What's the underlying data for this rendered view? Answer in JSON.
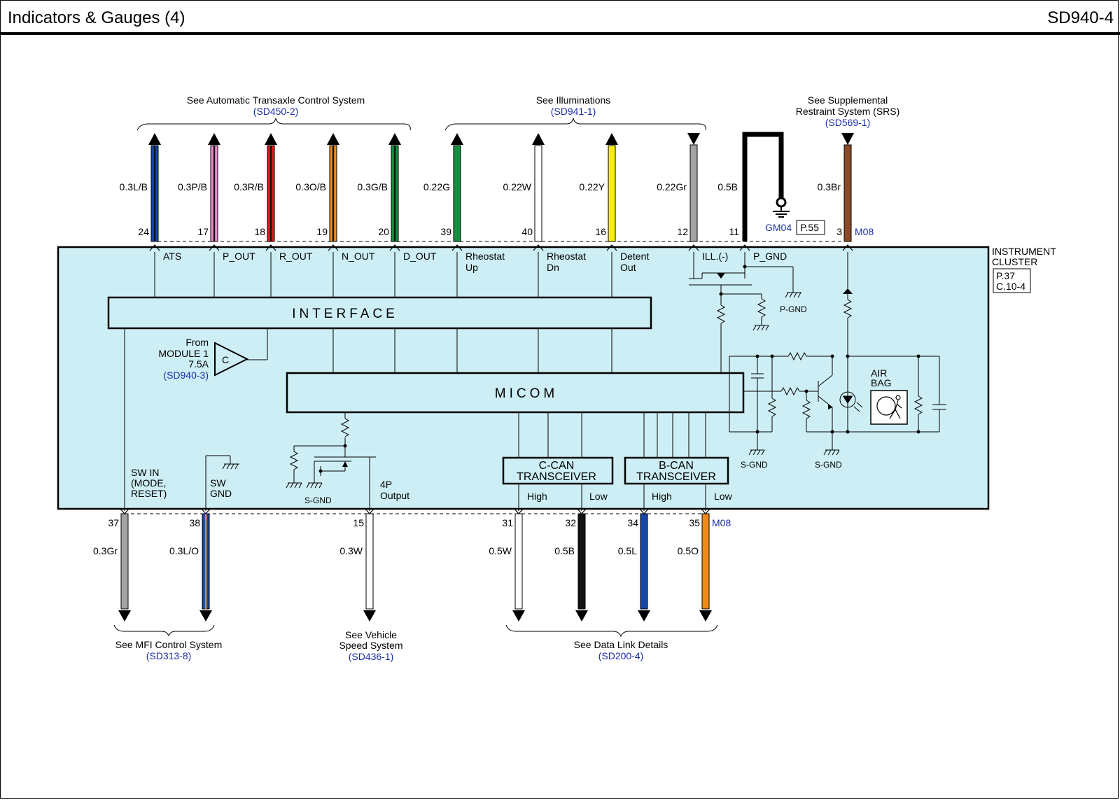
{
  "header": {
    "title": "Indicators & Gauges (4)",
    "code": "SD940-4"
  },
  "top_refs": {
    "ats": {
      "text": "See Automatic Transaxle Control System",
      "ref": "(SD450-2)"
    },
    "illum": {
      "text": "See Illuminations",
      "ref": "(SD941-1)"
    },
    "srs": {
      "line1": "See Supplemental",
      "line2": "Restraint System (SRS)",
      "ref": "(SD569-1)"
    }
  },
  "top_wires": [
    {
      "wire": "0.3L/B",
      "pin": "24",
      "signal": "ATS",
      "signal2": "",
      "color": "#1546a8",
      "stripe": "#111111"
    },
    {
      "wire": "0.3P/B",
      "pin": "17",
      "signal": "P_OUT",
      "signal2": "",
      "color": "#ef8ccf",
      "stripe": "#111111"
    },
    {
      "wire": "0.3R/B",
      "pin": "18",
      "signal": "R_OUT",
      "signal2": "",
      "color": "#e3171e",
      "stripe": "#111111"
    },
    {
      "wire": "0.3O/B",
      "pin": "19",
      "signal": "N_OUT",
      "signal2": "",
      "color": "#f28a1b",
      "stripe": "#111111"
    },
    {
      "wire": "0.3G/B",
      "pin": "20",
      "signal": "D_OUT",
      "signal2": "",
      "color": "#11913f",
      "stripe": "#111111"
    },
    {
      "wire": "0.22G",
      "pin": "39",
      "signal": "Rheostat",
      "signal2": "Up",
      "color": "#11913f",
      "stripe": ""
    },
    {
      "wire": "0.22W",
      "pin": "40",
      "signal": "Rheostat",
      "signal2": "Dn",
      "color": "#ffffff",
      "stripe": ""
    },
    {
      "wire": "0.22Y",
      "pin": "16",
      "signal": "Detent",
      "signal2": "Out",
      "color": "#f7ec15",
      "stripe": ""
    },
    {
      "wire": "0.22Gr",
      "pin": "12",
      "signal": "ILL.(-)",
      "signal2": "",
      "color": "#a3a3a3",
      "stripe": ""
    },
    {
      "wire": "0.5B",
      "pin": "11",
      "signal": "P_GND",
      "signal2": "",
      "color": "#111111",
      "stripe": ""
    },
    {
      "wire": "0.3Br",
      "pin": "3",
      "signal": "",
      "signal2": "",
      "color": "#8a4a2c",
      "stripe": ""
    }
  ],
  "ground": {
    "name": "GM04",
    "page": "P.55"
  },
  "connector_top": "M08",
  "cluster": {
    "name1": "INSTRUMENT",
    "name2": "CLUSTER",
    "page": "P.37",
    "cell": "C.10-4"
  },
  "blocks": {
    "interface": "INTERFACE",
    "micom": "MICOM",
    "ccan1": "C-CAN",
    "ccan2": "TRANSCEIVER",
    "bcan1": "B-CAN",
    "bcan2": "TRANSCEIVER"
  },
  "power": {
    "line1": "From",
    "line2": "MODULE 1",
    "line3": "7.5A",
    "ref": "(SD940-3)",
    "fuse": "C"
  },
  "airbag": {
    "line1": "AIR",
    "line2": "BAG"
  },
  "grounds": {
    "pgnd": "P-GND",
    "sgnd": "S-GND"
  },
  "inner_labels": {
    "swin1": "SW IN",
    "swin2": "(MODE,",
    "swin3": "RESET)",
    "swgnd1": "SW",
    "swgnd2": "GND",
    "out1": "4P",
    "out2": "Output",
    "high": "High",
    "low": "Low"
  },
  "bottom_wires": [
    {
      "wire": "0.3Gr",
      "pin": "37",
      "color": "#a3a3a3",
      "stripe": ""
    },
    {
      "wire": "0.3L/O",
      "pin": "38",
      "color": "#1546a8",
      "stripe": "#f28a1b"
    },
    {
      "wire": "0.3W",
      "pin": "15",
      "color": "#ffffff",
      "stripe": ""
    },
    {
      "wire": "0.5W",
      "pin": "31",
      "color": "#ffffff",
      "stripe": ""
    },
    {
      "wire": "0.5B",
      "pin": "32",
      "color": "#111111",
      "stripe": ""
    },
    {
      "wire": "0.5L",
      "pin": "34",
      "color": "#1546a8",
      "stripe": ""
    },
    {
      "wire": "0.5O",
      "pin": "35",
      "color": "#f28a1b",
      "stripe": ""
    }
  ],
  "connector_bottom": "M08",
  "bottom_refs": {
    "mfi": {
      "text": "See MFI Control System",
      "ref": "(SD313-8)"
    },
    "vss": {
      "line1": "See Vehicle",
      "line2": "Speed System",
      "ref": "(SD436-1)"
    },
    "dlc": {
      "text": "See Data Link Details",
      "ref": "(SD200-4)"
    }
  },
  "colors": {
    "cluster_fill": "#cdeef4",
    "reference_blue": "#1a2ea8"
  }
}
